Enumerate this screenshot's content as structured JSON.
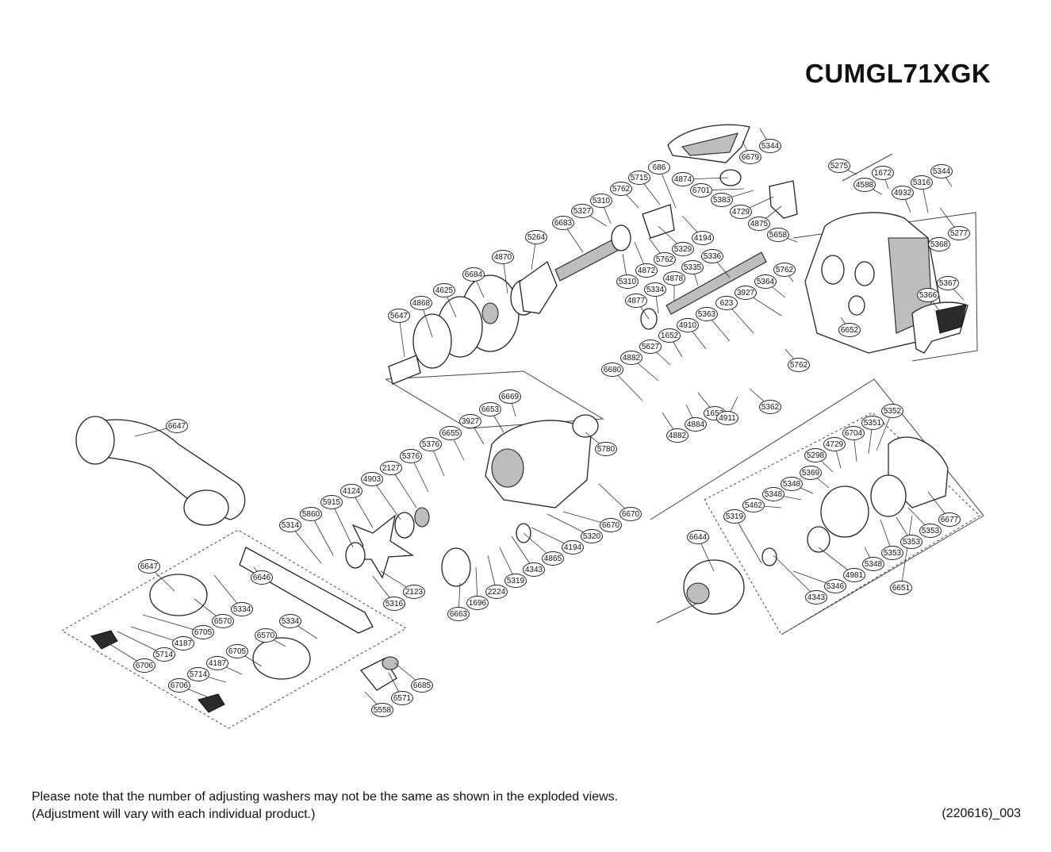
{
  "title": "CUMGL71XGK",
  "note_line1": "Please note that the number of adjusting washers may not be the same as shown in the exploded views.",
  "note_line2": "(Adjustment will vary with each individual product.)",
  "revision_code": "(220616)_003",
  "callouts": [
    "5344",
    "6679",
    "686",
    "5715",
    "4874",
    "6701",
    "5383",
    "4729",
    "4875",
    "5762",
    "5310",
    "5327",
    "6683",
    "4194",
    "5329",
    "5762",
    "4872",
    "5310",
    "5264",
    "4870",
    "6684",
    "4625",
    "4868",
    "5647",
    "5335",
    "5336",
    "4878",
    "5334",
    "4877",
    "5658",
    "5275",
    "1672",
    "4588",
    "4932",
    "5316",
    "5344",
    "5277",
    "5368",
    "5367",
    "5366",
    "6652",
    "5762",
    "5364",
    "3927",
    "623",
    "5363",
    "4910",
    "1652",
    "5627",
    "4882",
    "6680",
    "4884",
    "1652",
    "4882",
    "4911",
    "5362",
    "5762",
    "6669",
    "6653",
    "3927",
    "6655",
    "5376",
    "5376",
    "2127",
    "4903",
    "4124",
    "5915",
    "5860",
    "5314",
    "2123",
    "5316",
    "5780",
    "6670",
    "6670",
    "5320",
    "4194",
    "4865",
    "4343",
    "5319",
    "2224",
    "1696",
    "6663",
    "6647",
    "6647",
    "6646",
    "5334",
    "6570",
    "6705",
    "4187",
    "5714",
    "6706",
    "5334",
    "6570",
    "6705",
    "4187",
    "5714",
    "6706",
    "6685",
    "6571",
    "5558",
    "5352",
    "5351",
    "6704",
    "4729",
    "5298",
    "5369",
    "5348",
    "5348",
    "5462",
    "5319",
    "6644",
    "4343",
    "5346",
    "4981",
    "5348",
    "5353",
    "5353",
    "5353",
    "6677",
    "6651"
  ]
}
